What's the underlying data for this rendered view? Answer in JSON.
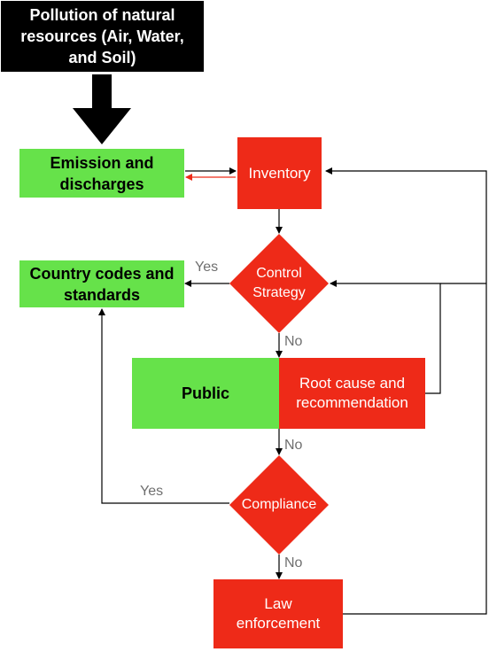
{
  "nodes": {
    "pollution": "Pollution of natural resources (Air, Water, and Soil)",
    "emission": "Emission and discharges",
    "inventory": "Inventory",
    "control_strategy": "Control Strategy",
    "country_codes": "Country codes and standards",
    "public": "Public",
    "root_cause": "Root cause and recommendation",
    "compliance": "Compliance",
    "law_enforcement": "Law enforcement"
  },
  "edges": {
    "yes_control": "Yes",
    "no_control": "No",
    "no_root": "No",
    "yes_compliance": "Yes",
    "no_compliance": "No"
  },
  "colors": {
    "green": "#66e24a",
    "red": "#ee2a18",
    "black": "#000000",
    "edge_label": "#6f6f6f"
  }
}
